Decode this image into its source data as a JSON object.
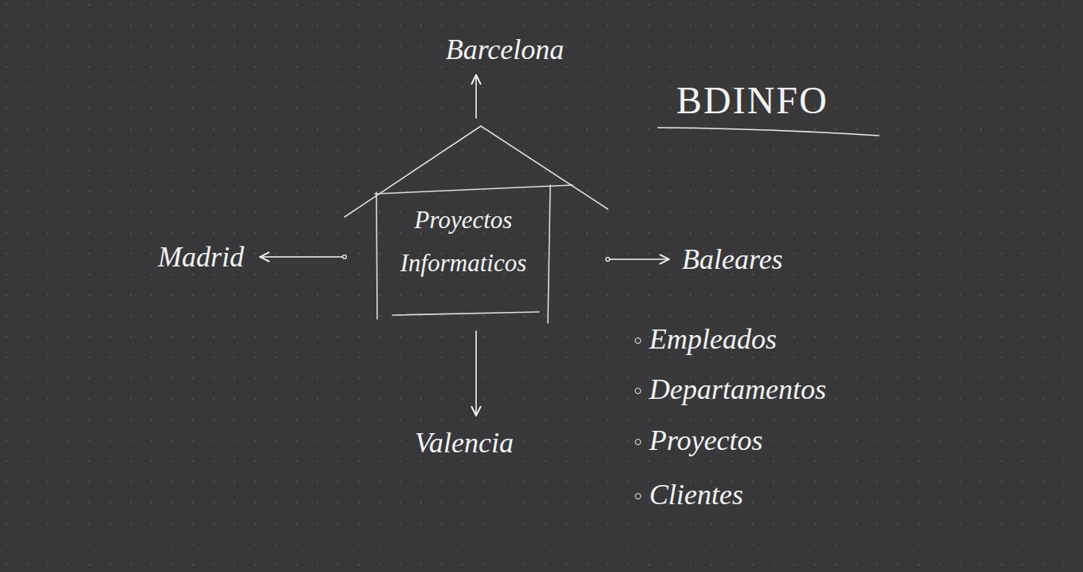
{
  "diagram": {
    "title": "BDINFO",
    "nodes": [
      {
        "text": [
          "Barcelona"
        ]
      },
      {
        "text": [
          "Proyectos Informaticos"
        ]
      },
      {
        "text": [
          "Madrid"
        ]
      },
      {
        "text": [
          "Baleares"
        ]
      },
      {
        "text": [
          "Valencia"
        ]
      }
    ],
    "edges": [
      {
        "from": 1,
        "to": 0,
        "arrow": "to"
      },
      {
        "from": 1,
        "to": 2,
        "arrow": "to"
      },
      {
        "from": 1,
        "to": 3,
        "arrow": "to"
      },
      {
        "from": 1,
        "to": 4,
        "arrow": "to"
      }
    ],
    "labels": [
      "Empleados",
      "Departamentos",
      "Proyectos",
      "Clientes"
    ]
  }
}
